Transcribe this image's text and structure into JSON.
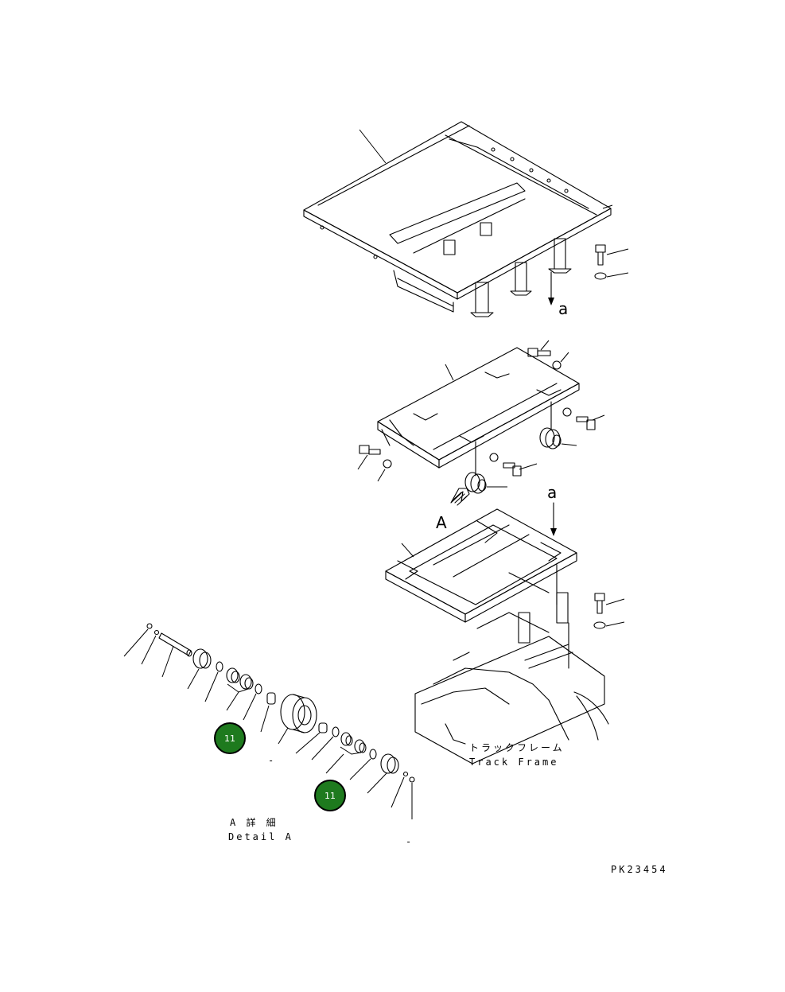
{
  "labels": {
    "callout_a_top": "a",
    "callout_a_mid": "a",
    "detail_letter": "A",
    "track_frame_jp": "トラックフレーム",
    "track_frame_en": "Track Frame",
    "detail_jp": "A 詳 細",
    "detail_en": "Detail A",
    "drawing_id": "PK23454",
    "dash_1": "-",
    "dash_2": "-"
  },
  "markers": [
    {
      "label": "11"
    },
    {
      "label": "11"
    }
  ],
  "colors": {
    "marker_fill": "#1e7a1e",
    "marker_stroke": "#000000",
    "line": "#000000"
  }
}
